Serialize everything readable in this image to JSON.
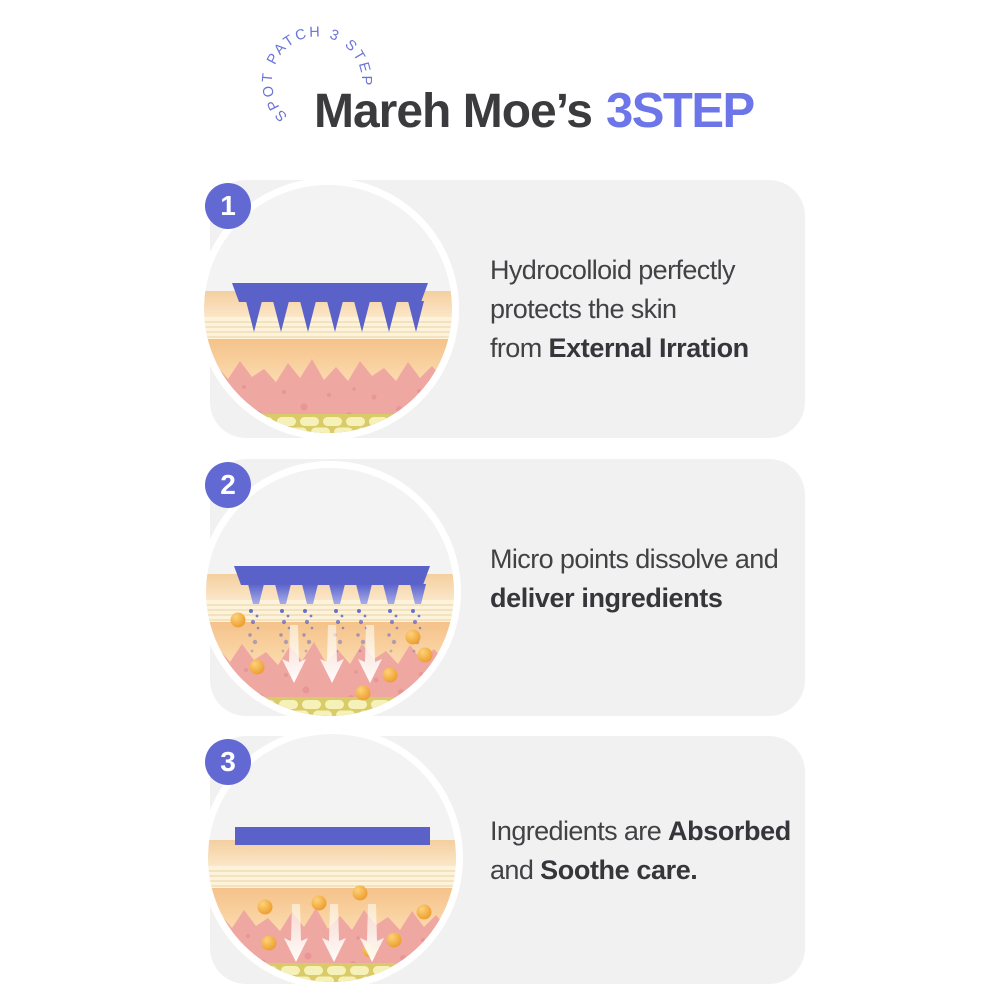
{
  "header": {
    "arc_label": "SPOT PATCH 3 STEP",
    "title": {
      "brand": "Mareh Moe’s",
      "accent": "3STEP"
    }
  },
  "steps": [
    {
      "number": "1",
      "illustration": "hydrocolloid-patch-protecting-skin",
      "lines": [
        {
          "runs": [
            {
              "text": "Hydrocolloid perfectly",
              "bold": false
            }
          ]
        },
        {
          "runs": [
            {
              "text": "protects the skin",
              "bold": false
            }
          ]
        },
        {
          "runs": [
            {
              "text": "from ",
              "bold": false
            },
            {
              "text": "External Irration",
              "bold": true
            }
          ]
        }
      ]
    },
    {
      "number": "2",
      "illustration": "micro-points-dissolving",
      "lines": [
        {
          "runs": [
            {
              "text": "Micro points dissolve and",
              "bold": false
            }
          ]
        },
        {
          "runs": [
            {
              "text": "deliver ingredients",
              "bold": true
            }
          ]
        }
      ]
    },
    {
      "number": "3",
      "illustration": "ingredients-absorbed-soothe-care",
      "lines": [
        {
          "runs": [
            {
              "text": "Ingredients are ",
              "bold": false
            },
            {
              "text": "Absorbed",
              "bold": true
            }
          ]
        },
        {
          "runs": [
            {
              "text": "and ",
              "bold": false
            },
            {
              "text": "Soothe care.",
              "bold": true
            }
          ]
        }
      ]
    }
  ],
  "colors": {
    "accent": "#6c76e8",
    "arc_text": "#6a73d8",
    "badge": "#6269d3",
    "patch": "#5a62ca",
    "card_bg": "#f1f1f2",
    "title": "#3b3b3e",
    "body": "#424245",
    "body_bold": "#35353a",
    "skin_bg": "#f3f3f4",
    "skin_surface_top": "#f4cf9f",
    "skin_surface_bottom": "#fbe6c8",
    "skin_epidermis": "#fdf3da",
    "skin_epidermis_line": "#eedcb6",
    "skin_dermis_top": "#f5c28a",
    "skin_dermis_bottom": "#fcdfb4",
    "skin_tissue": "#efa7a2",
    "skin_tissue_dot": "#e2898e",
    "skin_fat": "#d8cb68",
    "skin_fat_cell": "#f6f1b8",
    "bead_center": "#fdd27a",
    "bead_edge": "#ea9420",
    "arrow": "#ffffff"
  }
}
